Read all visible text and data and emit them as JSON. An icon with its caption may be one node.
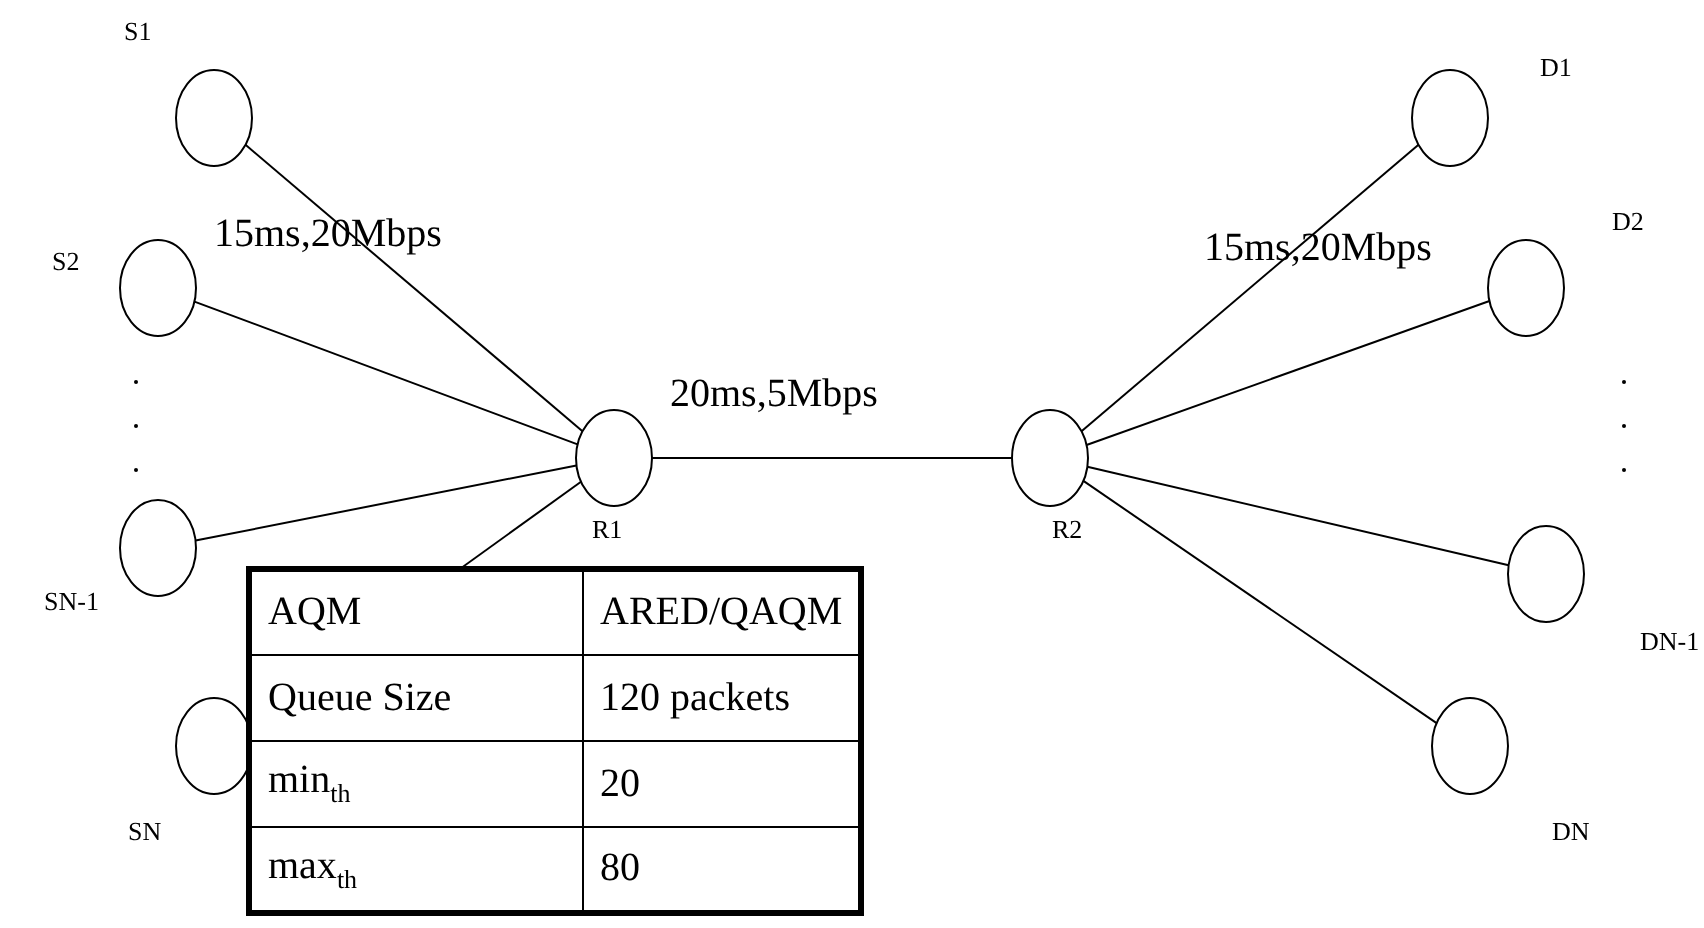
{
  "diagram": {
    "nodes": [
      {
        "text": [
          "S1"
        ]
      },
      {
        "text": [
          "S2"
        ]
      },
      {
        "text": [
          "SN-1"
        ]
      },
      {
        "text": [
          "SN"
        ]
      },
      {
        "text": [
          "R1"
        ]
      },
      {
        "text": [
          "R2"
        ]
      },
      {
        "text": [
          "D1"
        ]
      },
      {
        "text": [
          "D2"
        ]
      },
      {
        "text": [
          "DN-1"
        ]
      },
      {
        "text": [
          "DN"
        ]
      }
    ],
    "edges": [
      {
        "from": 0,
        "to": 4,
        "arrow": "none"
      },
      {
        "from": 1,
        "to": 4,
        "arrow": "none"
      },
      {
        "from": 2,
        "to": 4,
        "arrow": "none"
      },
      {
        "from": 3,
        "to": 4,
        "arrow": "none"
      },
      {
        "from": 4,
        "to": 5,
        "arrow": "none",
        "label": "20ms,5Mbps"
      },
      {
        "from": 5,
        "to": 6,
        "arrow": "none"
      },
      {
        "from": 5,
        "to": 7,
        "arrow": "none"
      },
      {
        "from": 5,
        "to": 8,
        "arrow": "none"
      },
      {
        "from": 5,
        "to": 9,
        "arrow": "none"
      }
    ],
    "labels": [
      "15ms,20Mbps",
      "15ms,20Mbps",
      "AQM",
      "ARED/QAQM",
      "Queue Size",
      "120 packets",
      "min$_{th}$",
      "20",
      "max$_{th}$",
      "80"
    ]
  }
}
